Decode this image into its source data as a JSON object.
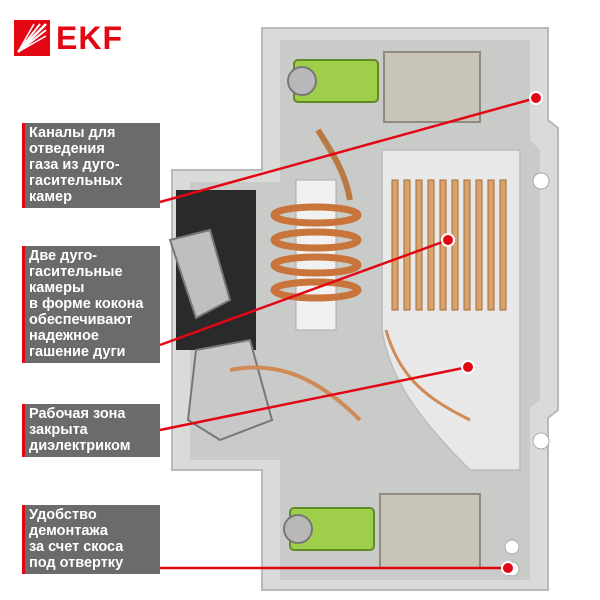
{
  "brand": {
    "name": "EKF",
    "color": "#e30613"
  },
  "callouts": [
    {
      "id": "c1",
      "text": "Каналы для\nотведения\nгаза из дуго-\nгасительных\nкамер"
    },
    {
      "id": "c2",
      "text": "Две дуго-\nгасительные\nкамеры\nв форме кокона\nобеспечивают\nнадежное\nгашение дуги"
    },
    {
      "id": "c3",
      "text": "Рабочая зона\nзакрыта\nдиэлектриком"
    },
    {
      "id": "c4",
      "text": "Удобство\nдемонтажа\nза счет скоса\nпод отвертку"
    }
  ],
  "colors": {
    "callout_bg": "#6b6b6b",
    "callout_text": "#ffffff",
    "leader_line": "#e30613",
    "housing": "#d6d8d6"
  }
}
